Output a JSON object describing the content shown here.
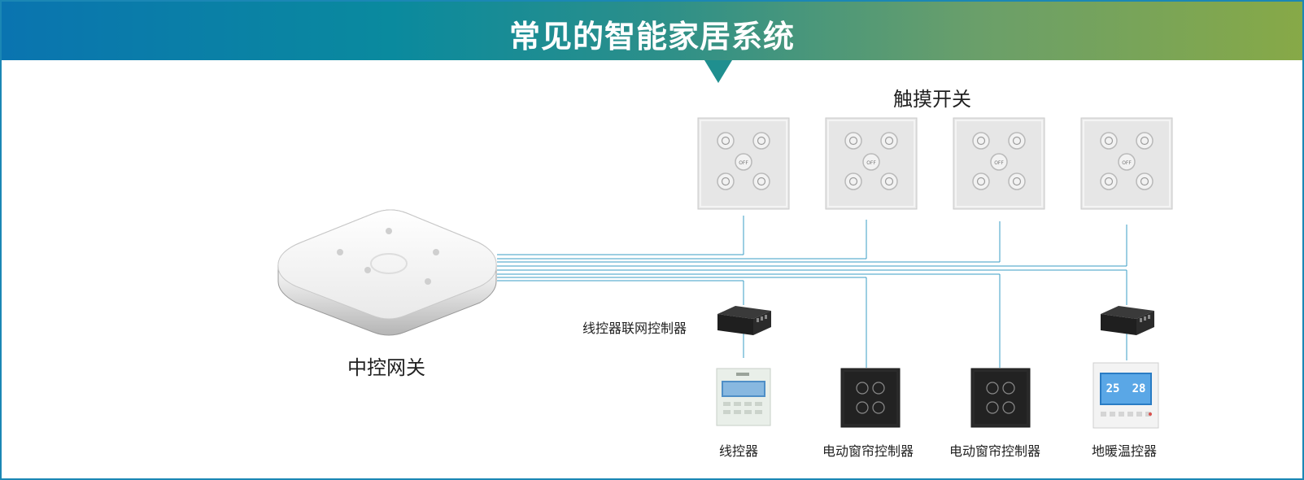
{
  "header": {
    "title": "常见的智能家居系统",
    "gradient_start": "#0a74b0",
    "gradient_end": "#87a947"
  },
  "gateway": {
    "label": "中控网关"
  },
  "touch_switches": {
    "group_label": "触摸开关",
    "center_button_text": "OFF",
    "count": 4
  },
  "line_controller_hub": {
    "label": "线控器联网控制器"
  },
  "bottom_devices": [
    {
      "label": "线控器",
      "icon": "line-controller-panel"
    },
    {
      "label": "电动窗帘控制器",
      "icon": "curtain-controller-panel"
    },
    {
      "label": "电动窗帘控制器",
      "icon": "curtain-controller-panel"
    },
    {
      "label": "地暖温控器",
      "icon": "thermostat-panel"
    }
  ],
  "thermostat": {
    "temp_left": "25",
    "temp_right": "28"
  },
  "colors": {
    "wire": "#3a9cc6",
    "border": "#1b87b5"
  }
}
